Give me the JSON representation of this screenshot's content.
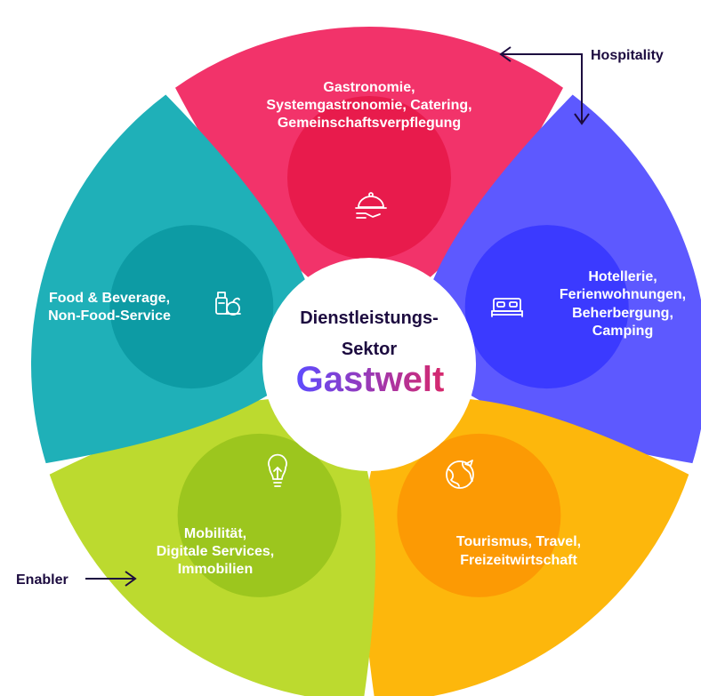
{
  "center": {
    "line1": "Dienstleistungs-",
    "line2": "Sektor",
    "title": "Gastwelt",
    "title_gradient": [
      "#5d4bff",
      "#d7286c"
    ]
  },
  "segments": [
    {
      "id": "gastronomie",
      "color": "#f2336a",
      "inner_color": "#e81b4c",
      "icon": "cloche-icon",
      "lines": [
        "Gastronomie,",
        "Systemgastronomie, Catering,",
        "Gemeinschaftsverpflegung"
      ]
    },
    {
      "id": "hotellerie",
      "color": "#5d59ff",
      "inner_color": "#3b3aff",
      "icon": "bed-icon",
      "lines": [
        "Hotellerie,",
        "Ferienwohnungen,",
        "Beherbergung,",
        "Camping"
      ]
    },
    {
      "id": "tourismus",
      "color": "#fdb70c",
      "inner_color": "#fc9a04",
      "icon": "globe-plane-icon",
      "lines": [
        "Tourismus, Travel,",
        "Freizeitwirtschaft"
      ]
    },
    {
      "id": "mobilitaet",
      "color": "#bcda2f",
      "inner_color": "#9cc61e",
      "icon": "lightbulb-icon",
      "lines": [
        "Mobilität,",
        "Digitale Services,",
        "Immobilien"
      ]
    },
    {
      "id": "food",
      "color": "#1fb0b8",
      "inner_color": "#0d9ba4",
      "icon": "groceries-icon",
      "lines": [
        "Food & Beverage,",
        "Non-Food-Service"
      ]
    }
  ],
  "annotations": {
    "hospitality": "Hospitality",
    "enabler": "Enabler"
  }
}
